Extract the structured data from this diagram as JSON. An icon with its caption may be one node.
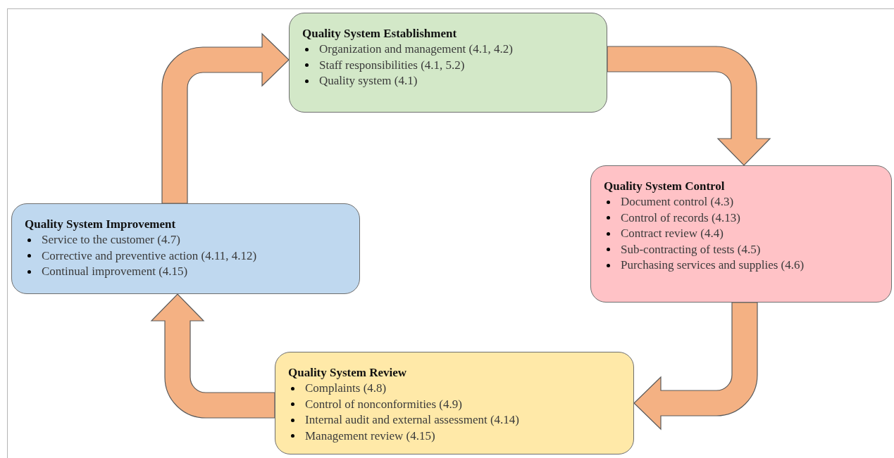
{
  "diagram": {
    "nodes": [
      {
        "text": [
          "Quality System Establishment",
          "Organization and management (4.1, 4.2)",
          "Staff responsibilities (4.1, 5.2)",
          "Quality system (4.1)"
        ]
      },
      {
        "text": [
          "Quality System Control",
          "Document control (4.3)",
          "Control of records (4.13)",
          "Contract review (4.4)",
          "Sub-contracting of tests (4.5)",
          "Purchasing services and supplies (4.6)"
        ]
      },
      {
        "text": [
          "Quality System Review",
          "Complaints (4.8)",
          "Control of nonconformities (4.9)",
          "Internal audit and external assessment (4.14)",
          "Management review (4.15)"
        ]
      },
      {
        "text": [
          "Quality System Improvement",
          "Service to the customer (4.7)",
          "Corrective and preventive action (4.11, 4.12)",
          "Continual improvement (4.15)"
        ]
      }
    ],
    "edges": [
      {
        "from": 0,
        "to": 1,
        "arrow": "to",
        "style": "thick"
      },
      {
        "from": 1,
        "to": 2,
        "arrow": "to",
        "style": "thick"
      },
      {
        "from": 2,
        "to": 3,
        "arrow": "to",
        "style": "thick"
      },
      {
        "from": 3,
        "to": 0,
        "arrow": "to",
        "style": "thick"
      }
    ]
  }
}
